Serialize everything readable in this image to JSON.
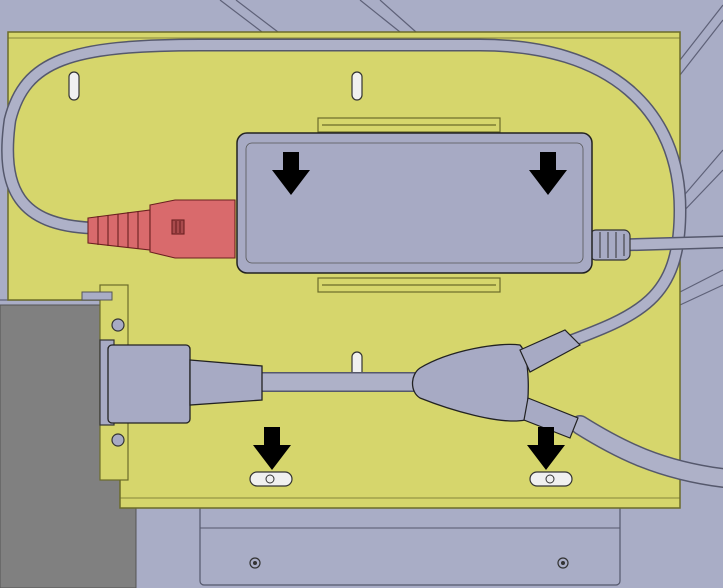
{
  "diagram": {
    "colors": {
      "background": "#a9adc6",
      "bracket": "#d6d66c",
      "bracket_edge": "#6b6b2a",
      "device": "#a7aac4",
      "cable": "#aeb1c8",
      "connector_red": "#d96a6c",
      "arrow": "#000000",
      "dark_block": "#808080"
    },
    "arrows": [
      {
        "name": "arrow-top-left",
        "direction": "down"
      },
      {
        "name": "arrow-top-right",
        "direction": "down"
      },
      {
        "name": "arrow-bottom-left",
        "direction": "down"
      },
      {
        "name": "arrow-bottom-right",
        "direction": "down"
      }
    ],
    "components": [
      "mounting-bracket",
      "power-adapter",
      "red-iec-connector",
      "panel-socket",
      "y-splitter",
      "power-cable"
    ]
  }
}
